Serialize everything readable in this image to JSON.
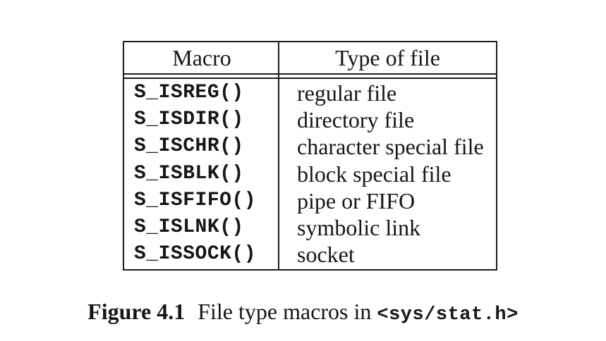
{
  "table": {
    "columns": {
      "macro": "Macro",
      "type": "Type of file"
    },
    "rows": [
      {
        "macro": "S_ISREG()",
        "type": "regular file"
      },
      {
        "macro": "S_ISDIR()",
        "type": "directory file"
      },
      {
        "macro": "S_ISCHR()",
        "type": "character special file"
      },
      {
        "macro": "S_ISBLK()",
        "type": "block special file"
      },
      {
        "macro": "S_ISFIFO()",
        "type": "pipe or FIFO"
      },
      {
        "macro": "S_ISLNK()",
        "type": "symbolic link"
      },
      {
        "macro": "S_ISSOCK()",
        "type": "socket"
      }
    ]
  },
  "caption": {
    "label": "Figure 4.1",
    "text": "File type macros in",
    "code": "<sys/stat.h>"
  },
  "colors": {
    "text": "#161616",
    "border": "#1c1c1c",
    "background": "#ffffff"
  }
}
